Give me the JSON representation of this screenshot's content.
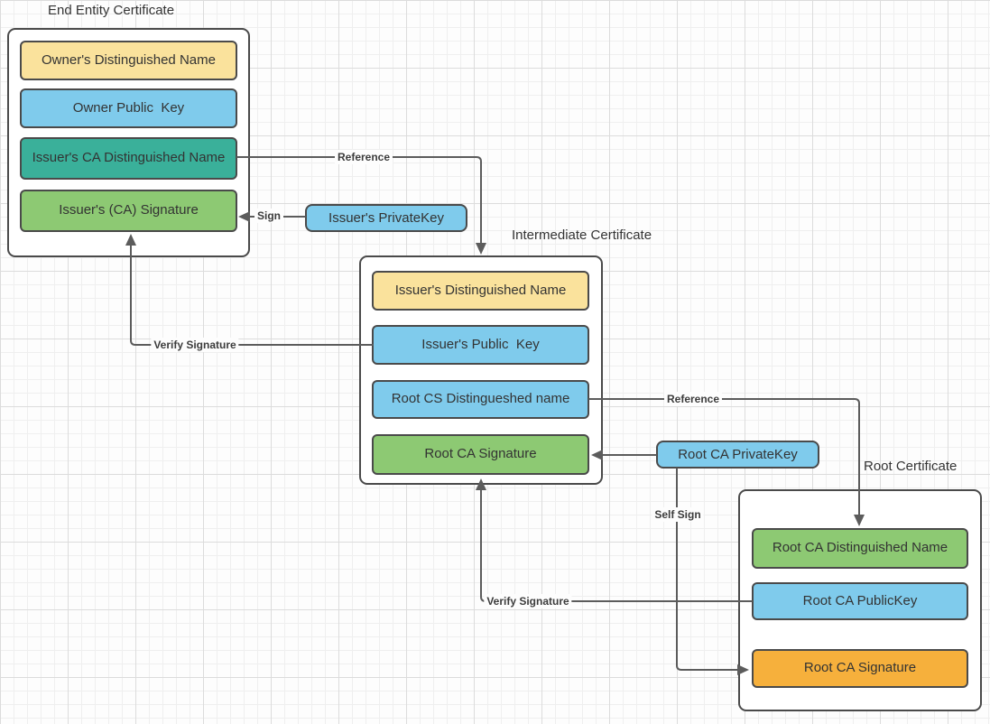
{
  "certificates": [
    {
      "title": "End Entity Certificate",
      "fields": [
        {
          "label": "Owner's Distinguished Name",
          "color": "yellow"
        },
        {
          "label": "Owner Public  Key",
          "color": "blue"
        },
        {
          "label": "Issuer's CA Distinguished Name",
          "color": "teal"
        },
        {
          "label": "Issuer's (CA) Signature",
          "color": "green"
        }
      ]
    },
    {
      "title": "Intermediate Certificate",
      "fields": [
        {
          "label": "Issuer's Distinguished Name",
          "color": "yellow"
        },
        {
          "label": "Issuer's Public  Key",
          "color": "blue"
        },
        {
          "label": "Root CS Distingueshed name",
          "color": "blue"
        },
        {
          "label": "Root CA Signature",
          "color": "green"
        }
      ]
    },
    {
      "title": "Root Certificate",
      "fields": [
        {
          "label": "Root CA Distinguished Name",
          "color": "green"
        },
        {
          "label": "Root CA PublicKey",
          "color": "blue"
        },
        {
          "label": "Root CA Signature",
          "color": "orange"
        }
      ]
    }
  ],
  "keys": [
    {
      "label": "Issuer's PrivateKey",
      "color": "blue"
    },
    {
      "label": "Root CA PrivateKey",
      "color": "blue"
    }
  ],
  "connectors": {
    "sign": "Sign",
    "reference_top": "Reference",
    "verify_signature_left": "Verify Signature",
    "reference_right": "Reference",
    "self_sign": "Self Sign",
    "verify_signature_bottom": "Verify Signature"
  },
  "colors": {
    "yellow": "#fae29c",
    "blue": "#7fcbec",
    "teal": "#3ab09a",
    "green": "#8dc973",
    "orange": "#f6b03c",
    "line": "#5c5c5c",
    "border": "#4a4a4a"
  }
}
